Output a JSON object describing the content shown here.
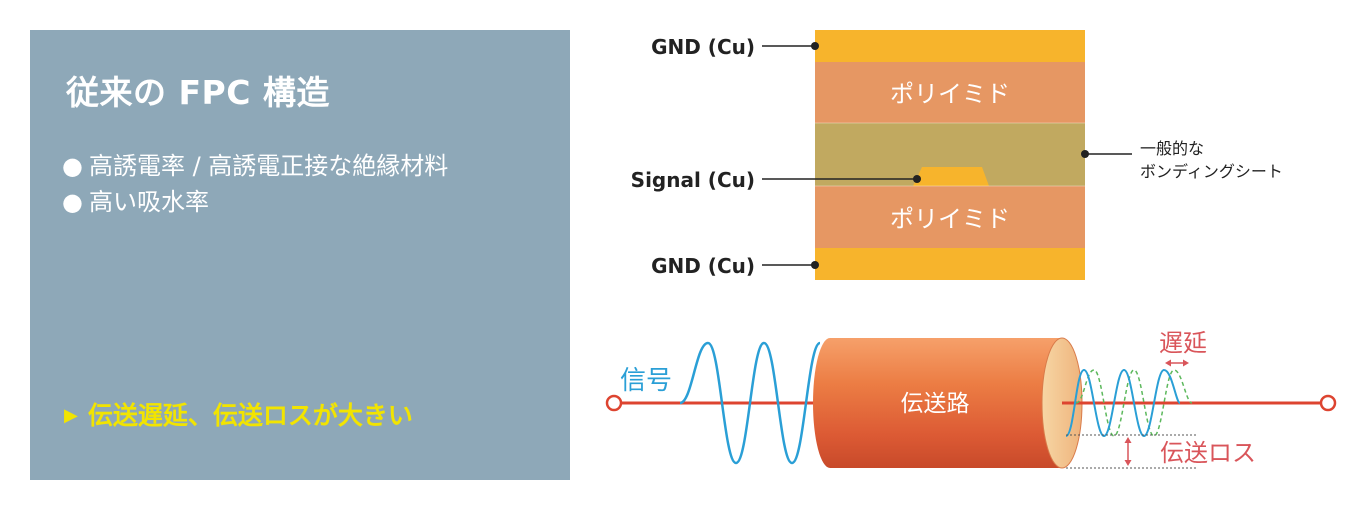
{
  "left_panel": {
    "title": "従来の FPC 構造",
    "bullet_marker": "●",
    "bullets": [
      "高誘電率 / 高誘電正接な絶縁材料",
      "高い吸水率"
    ],
    "conclusion_marker": "▶",
    "conclusion": "伝送遅延、伝送ロスが大きい"
  },
  "stackup": {
    "gnd_top_label": "GND (Cu)",
    "polyimide_top_label": "ポリイミド",
    "signal_label": "Signal (Cu)",
    "bonding_label_line1": "一般的な",
    "bonding_label_line2": "ボンディングシート",
    "polyimide_bottom_label": "ポリイミド",
    "gnd_bottom_label": "GND (Cu)"
  },
  "transmission": {
    "signal_label": "信号",
    "line_label": "伝送路",
    "delay_label": "遅延",
    "loss_label": "伝送ロス"
  },
  "colors": {
    "panel_bg": "#8ea8b8",
    "conclusion": "#f2e400",
    "copper": "#f7b42c",
    "polyimide": "#e69763",
    "bonding": "#c1a960",
    "wire": "#dd4430",
    "signal_wave": "#2a9fd6",
    "delayed_wave": "#5cb85c",
    "annotation_red": "#d9555a"
  }
}
